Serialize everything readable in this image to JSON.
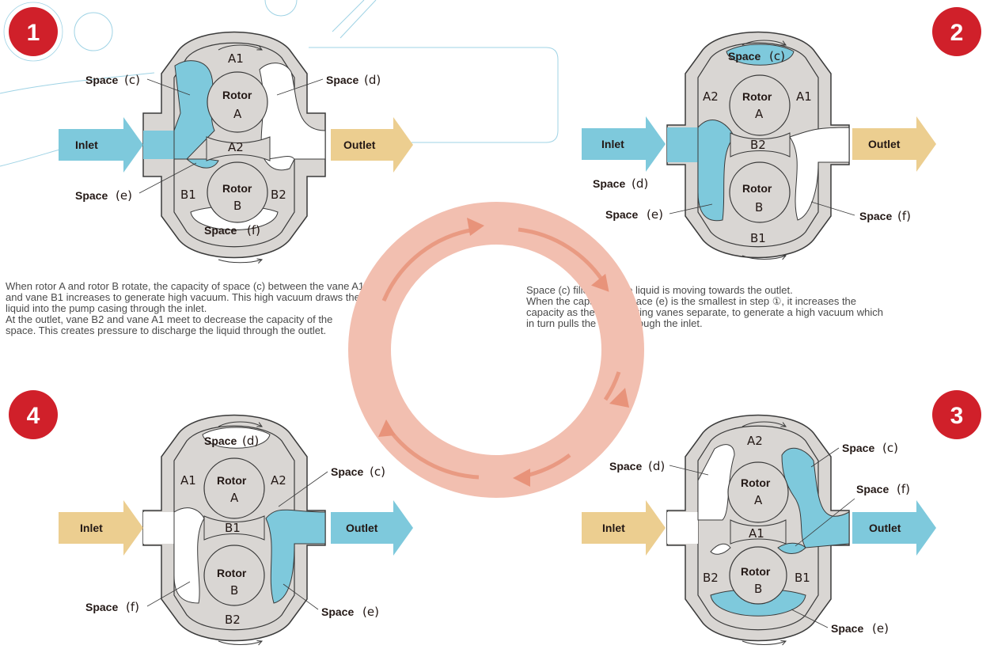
{
  "colors": {
    "blue": "#7ec9dc",
    "tan": "#ecce90",
    "red": "#d0202a",
    "casing": "#d9d6d3",
    "line": "#3a3a3a",
    "ring": "#f2bfb0"
  },
  "labels": {
    "inlet": "Inlet",
    "outlet": "Outlet",
    "rotor": "Rotor",
    "rotor_a": "A",
    "rotor_b": "B",
    "space": "Space",
    "c": "(c)",
    "d": "(d)",
    "e": "(e)",
    "f": "(f)",
    "a1": "A1",
    "a2": "A2",
    "b1": "B1",
    "b2": "B2"
  },
  "steps": {
    "s1": {
      "number": "1"
    },
    "s2": {
      "number": "2"
    },
    "s3": {
      "number": "3"
    },
    "s4": {
      "number": "4"
    }
  },
  "descriptions": {
    "step1": [
      "When rotor A and rotor B rotate, the capacity of space (c) between the vane A1",
      "and vane B1 increases to generate high vacuum. This high vacuum draws the",
      "liquid into the pump casing through the inlet.",
      "At the outlet, vane B2 and vane A1 meet to decrease the capacity of the",
      "space. This creates pressure to discharge the liquid through the outlet."
    ],
    "step2": [
      "Space (c) filled with the liquid is moving towards the outlet.",
      "When the capacity of space (e) is the smallest in step ①, it increases the",
      "capacity as the two meeting vanes separate, to generate a high vacuum which",
      "in turn pulls the liquid through the inlet."
    ]
  }
}
